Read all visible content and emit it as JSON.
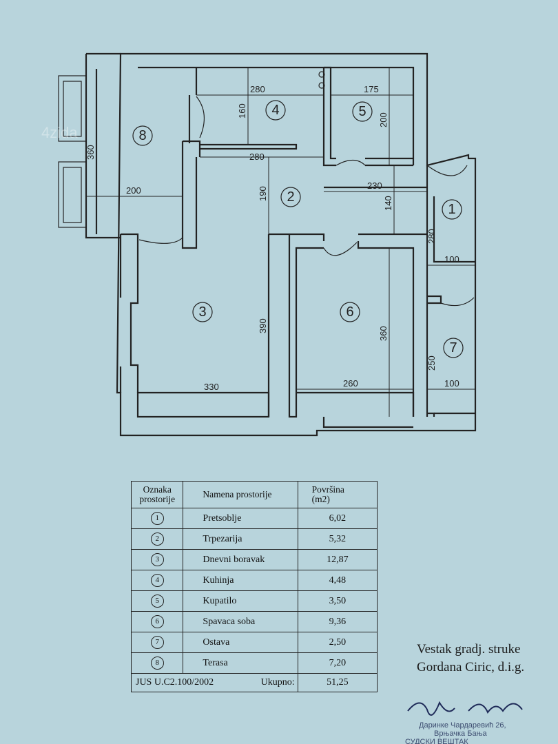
{
  "plan": {
    "rooms": [
      {
        "num": "1"
      },
      {
        "num": "2"
      },
      {
        "num": "3"
      },
      {
        "num": "4"
      },
      {
        "num": "5"
      },
      {
        "num": "6"
      },
      {
        "num": "7"
      },
      {
        "num": "8"
      }
    ],
    "dimensions": {
      "d280a": "280",
      "d175": "175",
      "d160": "160",
      "d200v": "200",
      "d360a": "360",
      "d280b": "280",
      "d190": "190",
      "d230": "230",
      "d200h": "200",
      "d140": "140",
      "d280c": "280",
      "d100a": "100",
      "d390": "390",
      "d360b": "360",
      "d250": "250",
      "d330": "330",
      "d260": "260",
      "d100b": "100"
    }
  },
  "table": {
    "headers": {
      "code_line1": "Oznaka",
      "code_line2": "prostorije",
      "name": "Namena prostorije",
      "area_line1": "Površina",
      "area_line2": "(m2)"
    },
    "rows": [
      {
        "num": "1",
        "name": "Pretsoblje",
        "area": "6,02"
      },
      {
        "num": "2",
        "name": "Trpezarija",
        "area": "5,32"
      },
      {
        "num": "3",
        "name": "Dnevni boravak",
        "area": "12,87"
      },
      {
        "num": "4",
        "name": "Kuhinja",
        "area": "4,48"
      },
      {
        "num": "5",
        "name": "Kupatilo",
        "area": "3,50"
      },
      {
        "num": "6",
        "name": "Spavaca soba",
        "area": "9,36"
      },
      {
        "num": "7",
        "name": "Ostava",
        "area": "2,50"
      },
      {
        "num": "8",
        "name": "Terasa",
        "area": "7,20"
      }
    ],
    "footer": {
      "standard": "JUS U.C2.100/2002",
      "total_label": "Ukupno:",
      "total": "51,25"
    }
  },
  "signature": {
    "line1": "Vestak gradj. struke",
    "line2": "Gordana Ciric, d.i.g."
  },
  "stamp": {
    "line1": "Даринке Чардаревић 26,",
    "line2": "Врњачка Бања",
    "line3": "СУДСКИ ВЕШТАК"
  },
  "watermark": "4zida"
}
